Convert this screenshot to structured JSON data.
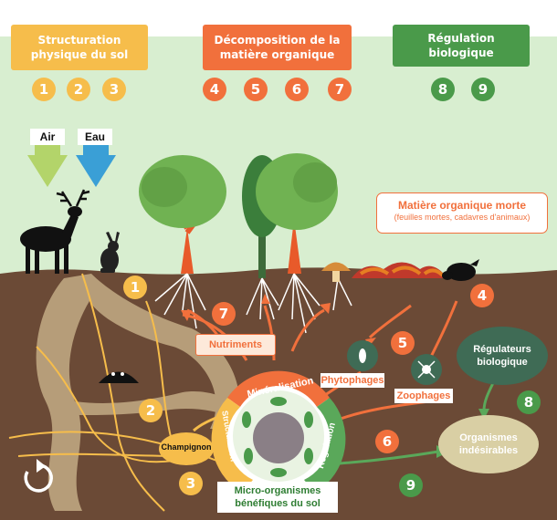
{
  "categories": {
    "structuration": {
      "title": "Structuration physique du sol",
      "color": "#f6bd4b",
      "numbers": [
        "1",
        "2",
        "3"
      ]
    },
    "decomposition": {
      "title": "Décomposition de la matière organique",
      "color": "#f1703c",
      "numbers": [
        "4",
        "5",
        "6",
        "7"
      ]
    },
    "regulation": {
      "title": "Régulation biologique",
      "color": "#4a9a4a",
      "numbers": [
        "8",
        "9"
      ]
    }
  },
  "inputs": {
    "air": "Air",
    "eau": "Eau"
  },
  "dead_matter": {
    "title": "Matière organique morte",
    "subtitle": "(feuilles mortes, cadavres d'animaux)"
  },
  "labels": {
    "nutriments": "Nutriments",
    "phytophages": "Phytophages",
    "zoophages": "Zoophages",
    "champignon": "Champignon",
    "regulateurs": "Régulateurs biologique",
    "indesirables": "Organismes indésirables",
    "microbes": "Micro-organismes bénéfiques du sol"
  },
  "ring": {
    "mineralisation": "Minéralisation",
    "structuration": "Structuration",
    "regulation": "Régulation"
  },
  "badges": {
    "n1": "1",
    "n2": "2",
    "n3": "3",
    "n4": "4",
    "n5": "5",
    "n6": "6",
    "n7": "7",
    "n8": "8",
    "n9": "9"
  },
  "colors": {
    "soil": "#6b4a36",
    "ground": "#c7e6c0",
    "sky": "#ffffff",
    "tunnel": "#b69d79",
    "yellow": "#f6bd4b",
    "orange": "#f1703c",
    "green": "#4a9a4a"
  },
  "icons": [
    "deer-icon",
    "rabbit-icon",
    "tree-icon",
    "mushroom-icon",
    "leaf-litter-icon",
    "mole-icon",
    "insect-icon",
    "spider-icon",
    "replay-icon"
  ]
}
